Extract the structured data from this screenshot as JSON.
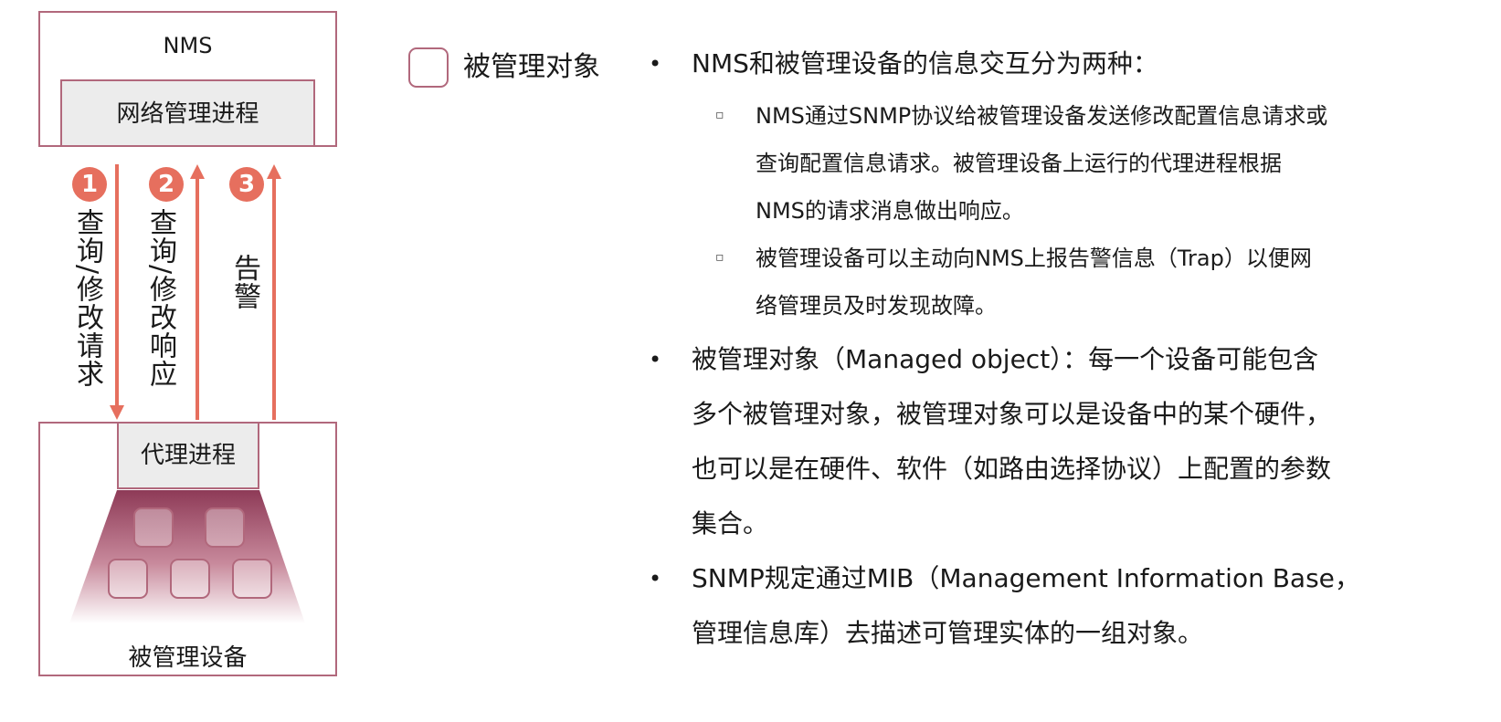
{
  "diagram": {
    "nms_title": "NMS",
    "nms_process_label": "网络管理进程",
    "agent_process_label": "代理进程",
    "device_label": "被管理设备",
    "arrows": [
      {
        "number": "1",
        "label": "查询/修改请求"
      },
      {
        "number": "2",
        "label": "查询/修改响应"
      },
      {
        "number": "3",
        "label": "告警"
      }
    ],
    "colors": {
      "accent": "#e66f5e",
      "border": "#b1687c",
      "process_fill": "#ececec"
    }
  },
  "legend": {
    "label": "被管理对象"
  },
  "text": {
    "bullet_glyph": "•",
    "sub_bullet_glyph": "▫",
    "b1": "NMS和被管理设备的信息交互分为两种：",
    "b1_sub1_l1": "NMS通过SNMP协议给被管理设备发送修改配置信息请求或",
    "b1_sub1_l2": "查询配置信息请求。被管理设备上运行的代理进程根据",
    "b1_sub1_l3": "NMS的请求消息做出响应。",
    "b1_sub2_l1": "被管理设备可以主动向NMS上报告警信息（Trap）以便网",
    "b1_sub2_l2": "络管理员及时发现故障。",
    "b2_l1": "被管理对象（Managed object）：每一个设备可能包含",
    "b2_l2": "多个被管理对象，被管理对象可以是设备中的某个硬件，",
    "b2_l3": "也可以是在硬件、软件（如路由选择协议）上配置的参数",
    "b2_l4": "集合。",
    "b3_l1": "SNMP规定通过MIB（Management Information Base，",
    "b3_l2": "管理信息库）去描述可管理实体的一组对象。"
  }
}
